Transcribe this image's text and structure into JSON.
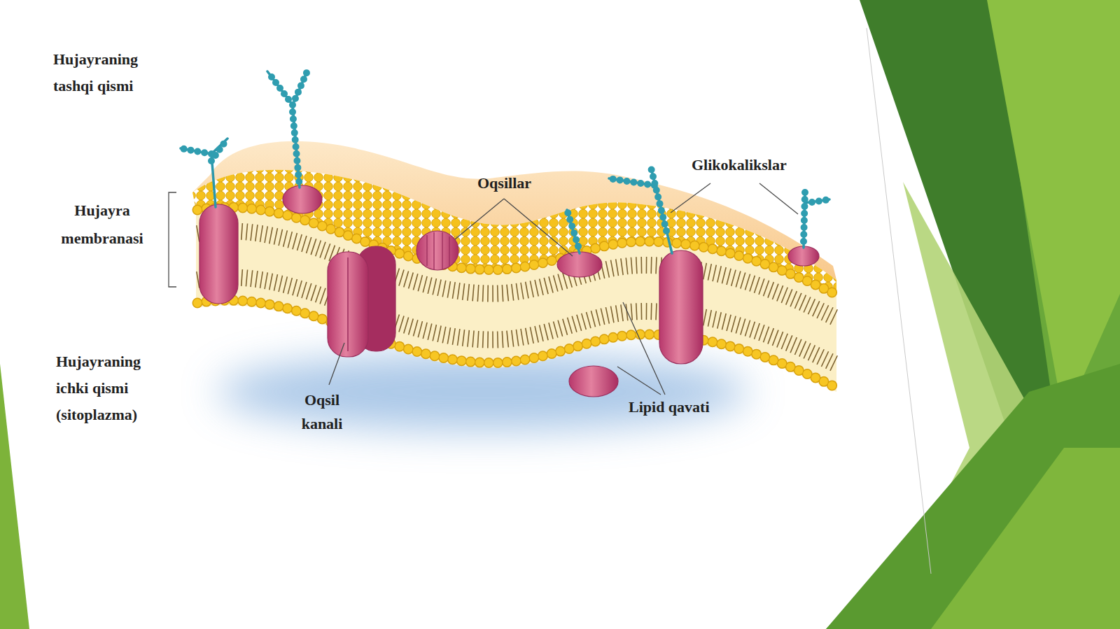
{
  "diagram": {
    "labels": [
      "Hujayraning tashqi qismi",
      "Glikokalikslar",
      "Oqsillar",
      "Hujayra membranasi",
      "Hujayraning ichki qismi (sitoplazma)",
      "Oqsil kanali",
      "Lipid qavati"
    ]
  }
}
